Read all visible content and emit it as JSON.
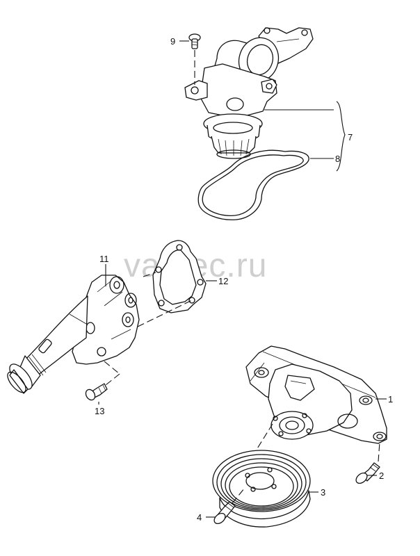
{
  "watermark": "vagtec.ru",
  "callouts": {
    "c1": "1",
    "c2": "2",
    "c3": "3",
    "c4": "4",
    "c7": "7",
    "c8": "8",
    "c9": "9",
    "c11": "11",
    "c12": "12",
    "c13": "13"
  }
}
